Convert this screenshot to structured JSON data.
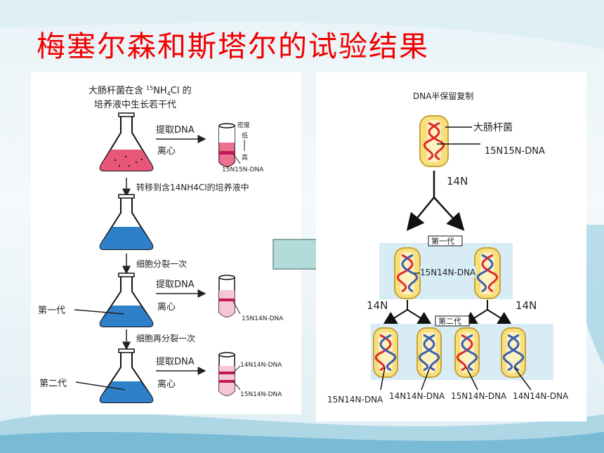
{
  "title": "梅塞尔森和斯塔尔的试验结果",
  "left": {
    "header_line1": "大肠杆菌在含",
    "header_sup": "15",
    "header_nh": "NH",
    "header_sub": "4",
    "header_cl": "Cl 的",
    "header_line2": "培养液中生长若干代",
    "extract_dna_1": "提取DNA",
    "centrifuge_1": "离心",
    "density": "密度",
    "low": "低",
    "high": "高",
    "tube1_label": "15N15N-DNA",
    "transfer": "转移到含14NH4Cl的培养液中",
    "divide_once": "细胞分裂一次",
    "gen1": "第一代",
    "extract_dna_2": "提取DNA",
    "centrifuge_2": "离心",
    "tube2_label": "15N14N-DNA",
    "divide_again": "细胞再分裂一次",
    "gen2": "第二代",
    "extract_dna_3": "提取DNA",
    "centrifuge_3": "离心",
    "tube3_label_top": "14N14N-DNA",
    "tube3_label_bottom": "15N14N-DNA"
  },
  "right": {
    "header": "DNA半保留复制",
    "ecoli": "大肠杆菌",
    "parent_dna": "15N15N-DNA",
    "n14_top": "14N",
    "gen1": "第一代",
    "gen1_dna": "15N14N-DNA",
    "n14_left": "14N",
    "n14_right": "14N",
    "gen2": "第二代",
    "bottom_labels": [
      "15N14N-DNA",
      "14N14N-DNA",
      "15N14N-DNA",
      "14N14N-DNA"
    ]
  },
  "colors": {
    "title": "#f00000",
    "arrow": "#b3dbd9",
    "old_strand": "#e02a2a",
    "new_strand": "#3a5fb0",
    "cell_fill": "#f7e07a",
    "box_fill": "#d7ecf5",
    "flask_red": "#e8567a",
    "flask_blue": "#2e80c8"
  }
}
